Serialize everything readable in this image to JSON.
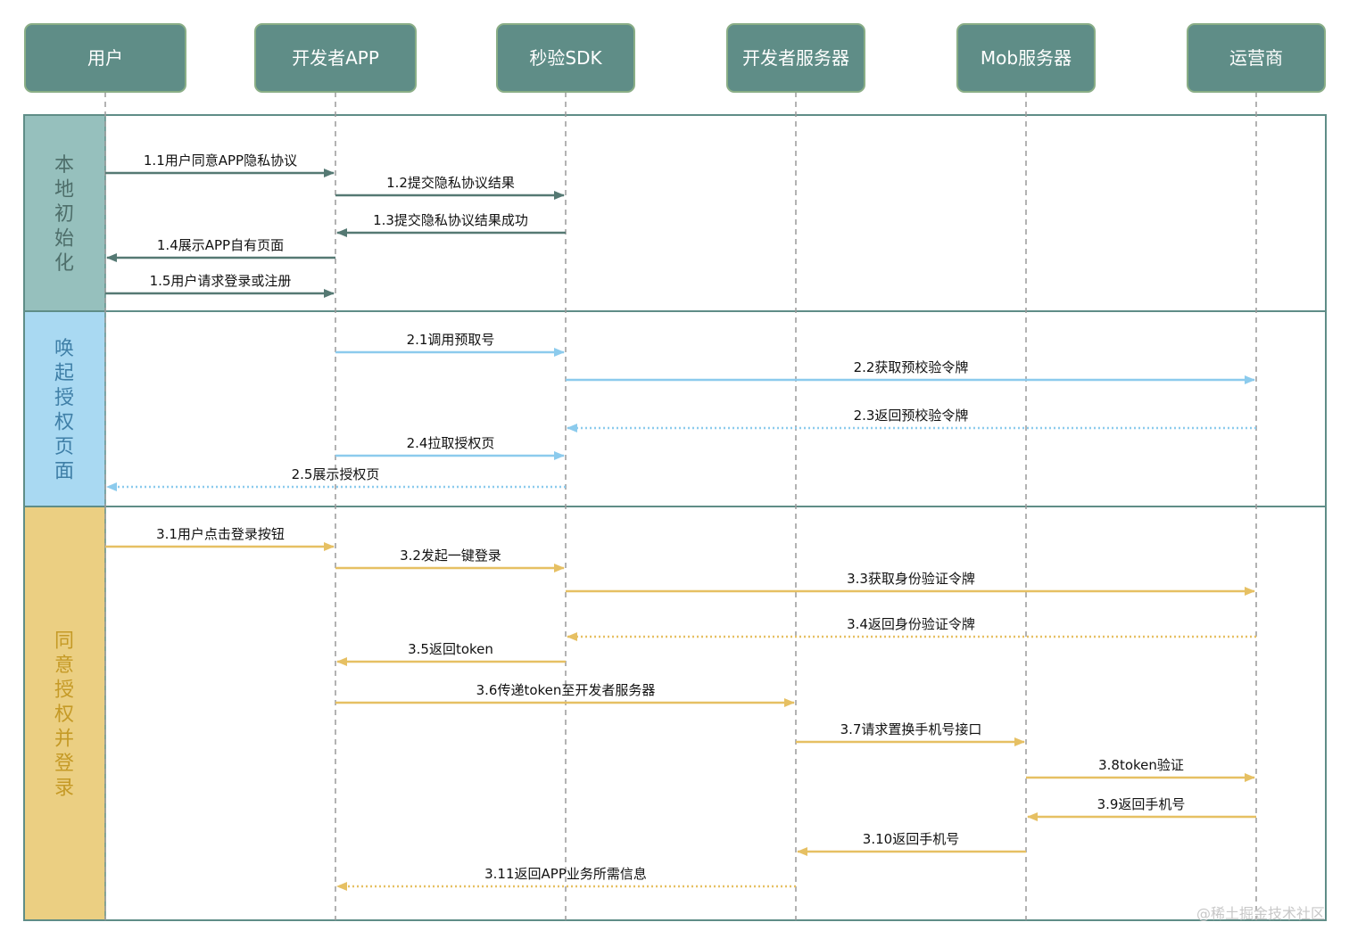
{
  "actors": [
    {
      "id": "user",
      "label": "用户"
    },
    {
      "id": "app",
      "label": "开发者APP"
    },
    {
      "id": "sdk",
      "label": "秒验SDK"
    },
    {
      "id": "devserver",
      "label": "开发者服务器"
    },
    {
      "id": "mob",
      "label": "Mob服务器"
    },
    {
      "id": "carrier",
      "label": "运营商"
    }
  ],
  "colors": {
    "actor_fill": "#5f8d87",
    "actor_stroke": "#8aae86",
    "frame_stroke": "#5f8d87",
    "lifeline": "#9a9a9a",
    "section1_fill": "#96c0bd",
    "section1_text": "#4e6e6a",
    "section1_arrow": "#557973",
    "section2_fill": "#a9d9f2",
    "section2_text": "#3f7fa7",
    "section2_arrow": "#8ccbed",
    "section3_fill": "#ebcf82",
    "section3_text": "#c59a26",
    "section3_arrow": "#e6c063"
  },
  "sections": [
    {
      "id": "init",
      "label": "本地初始化",
      "messages": [
        {
          "label": "1.1用户同意APP隐私协议",
          "from": "user",
          "to": "app",
          "style": "solid"
        },
        {
          "label": "1.2提交隐私协议结果",
          "from": "app",
          "to": "sdk",
          "style": "solid"
        },
        {
          "label": "1.3提交隐私协议结果成功",
          "from": "sdk",
          "to": "app",
          "style": "solid"
        },
        {
          "label": "1.4展示APP自有页面",
          "from": "app",
          "to": "user",
          "style": "solid"
        },
        {
          "label": "1.5用户请求登录或注册",
          "from": "user",
          "to": "app",
          "style": "solid"
        }
      ]
    },
    {
      "id": "auth-page",
      "label": "唤起授权页面",
      "messages": [
        {
          "label": "2.1调用预取号",
          "from": "app",
          "to": "sdk",
          "style": "solid"
        },
        {
          "label": "2.2获取预校验令牌",
          "from": "sdk",
          "to": "carrier",
          "style": "solid"
        },
        {
          "label": "2.3返回预校验令牌",
          "from": "carrier",
          "to": "sdk",
          "style": "dotted"
        },
        {
          "label": "2.4拉取授权页",
          "from": "app",
          "to": "sdk",
          "style": "solid"
        },
        {
          "label": "2.5展示授权页",
          "from": "sdk",
          "to": "user",
          "style": "dotted"
        }
      ]
    },
    {
      "id": "login",
      "label": "同意授权并登录",
      "messages": [
        {
          "label": "3.1用户点击登录按钮",
          "from": "user",
          "to": "app",
          "style": "solid"
        },
        {
          "label": "3.2发起一键登录",
          "from": "app",
          "to": "sdk",
          "style": "solid"
        },
        {
          "label": "3.3获取身份验证令牌",
          "from": "sdk",
          "to": "carrier",
          "style": "solid"
        },
        {
          "label": "3.4返回身份验证令牌",
          "from": "carrier",
          "to": "sdk",
          "style": "dotted"
        },
        {
          "label": "3.5返回token",
          "from": "sdk",
          "to": "app",
          "style": "solid"
        },
        {
          "label": "3.6传递token至开发者服务器",
          "from": "app",
          "to": "devserver",
          "style": "solid"
        },
        {
          "label": "3.7请求置换手机号接口",
          "from": "devserver",
          "to": "mob",
          "style": "solid"
        },
        {
          "label": "3.8token验证",
          "from": "mob",
          "to": "carrier",
          "style": "solid"
        },
        {
          "label": "3.9返回手机号",
          "from": "carrier",
          "to": "mob",
          "style": "solid"
        },
        {
          "label": "3.10返回手机号",
          "from": "mob",
          "to": "devserver",
          "style": "solid"
        },
        {
          "label": "3.11返回APP业务所需信息",
          "from": "devserver",
          "to": "app",
          "style": "dotted"
        }
      ]
    }
  ],
  "watermark": "@稀土掘金技术社区"
}
